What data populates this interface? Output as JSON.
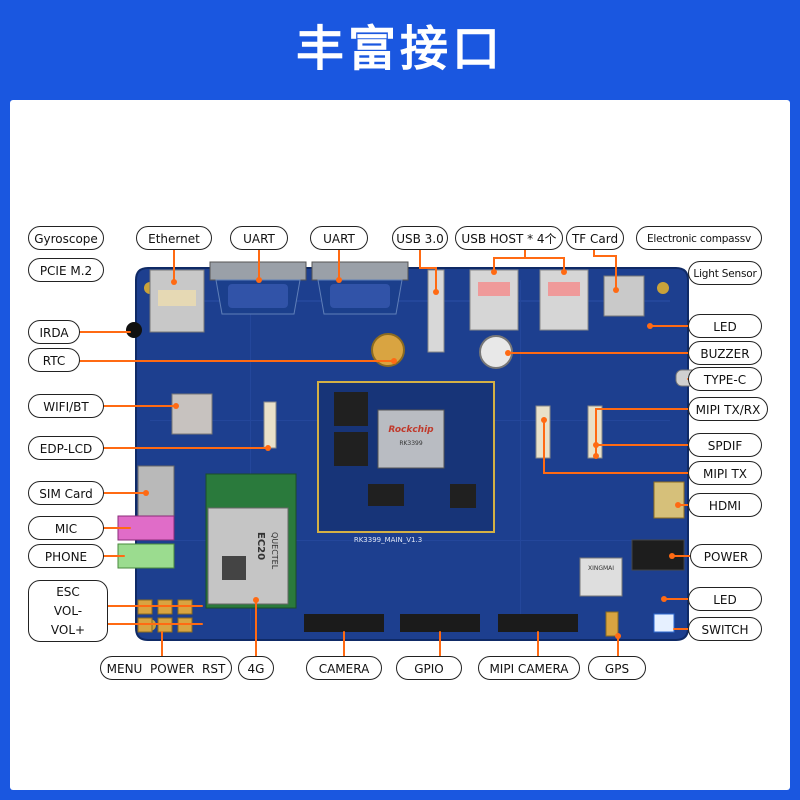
{
  "title": "丰富接口",
  "colors": {
    "brand_blue": "#1a57e0",
    "pcb_blue": "#1d3f8f",
    "leader_orange": "#ff6a13",
    "panel_white": "#ffffff"
  },
  "board": {
    "soc_marking": "Rockchip",
    "soc_model": "RK3399",
    "board_marking": "RK3399_MAIN_V1.3",
    "module_brand": "QUECTEL",
    "module_model": "EC20",
    "gps_module_brand": "XINGMAI"
  },
  "labels": {
    "gyroscope": "Gyroscope",
    "pcie": "PCIE M.2",
    "ethernet": "Ethernet",
    "uart1": "UART",
    "uart2": "UART",
    "usb3": "USB 3.0",
    "usb_host": "USB HOST * 4个",
    "tf_card": "TF Card",
    "compass": "Electronic compassv",
    "light_sensor": "Light Sensor",
    "irda": "IRDA",
    "rtc": "RTC",
    "wifi_bt": "WIFI/BT",
    "edp_lcd": "EDP-LCD",
    "sim_card": "SIM Card",
    "mic": "MIC",
    "phone": "PHONE",
    "esc": "ESC",
    "vol_minus": "VOL-",
    "vol_plus": "VOL+",
    "menu_power_rst": "MENU  POWER  RST",
    "fourg": "4G",
    "camera": "CAMERA",
    "gpio": "GPIO",
    "mipi_camera": "MIPI CAMERA",
    "gps": "GPS",
    "led_top": "LED",
    "buzzer": "BUZZER",
    "type_c": "TYPE-C",
    "mipi_txrx": "MIPI TX/RX",
    "spdif": "SPDIF",
    "mipi_tx": "MIPI TX",
    "hdmi": "HDMI",
    "power": "POWER",
    "led_bottom": "LED",
    "switch": "SWITCH"
  }
}
